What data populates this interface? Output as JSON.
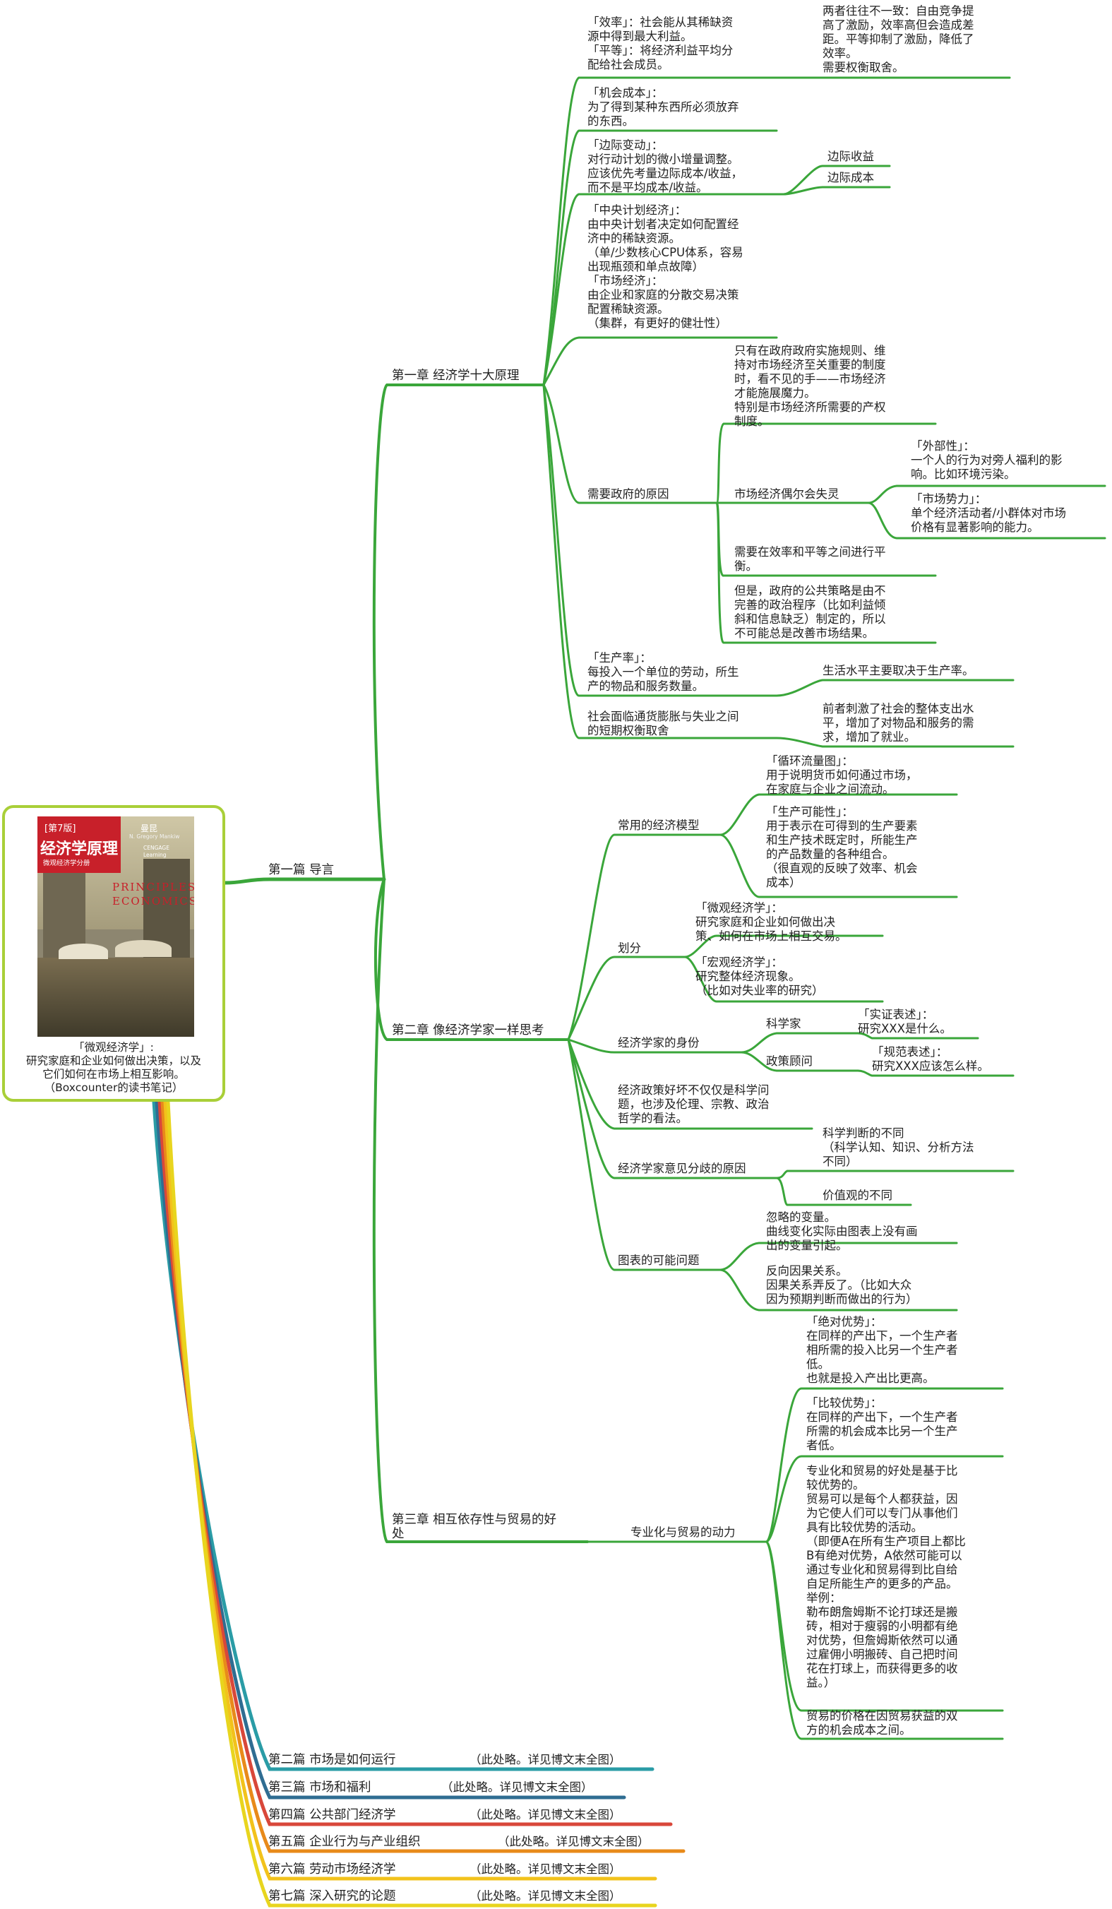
{
  "root": {
    "cover": {
      "edition": "[第7版]",
      "title": "经济学原理",
      "subtitle": "微观经济学分册",
      "author_cn": "曼昆",
      "author_en": "N. Gregory Mankiw",
      "publisher": "CENGAGE\nLearning",
      "title_en": "PRINCIPLES OF\nECONOMICS"
    },
    "caption": "「微观经济学」:\n研究家庭和企业如何做出决策，以及\n它们如何在市场上相互影响。\n（Boxcounter的读书笔记）"
  },
  "colors": {
    "branch_green": "#3aa63a",
    "root_border": "#a9cf38",
    "part2": "#2a9ca6",
    "part3": "#2f6d92",
    "part4": "#d9473a",
    "part5": "#e88a1a",
    "part6": "#f2c21b",
    "part7": "#e8d51e"
  },
  "nodes": {
    "part1": "第一篇 导言",
    "ch1": "第一章 经济学十大原理",
    "ch1_efficiency": "「效率」：社会能从其稀缺资\n源中得到最大利益。\n「平等」：将经济利益平均分\n配给社会成员。",
    "ch1_efficiency_note": "两者往往不一致：自由竞争提\n高了激励，效率高但会造成差\n距。平等抑制了激励，降低了\n效率。\n需要权衡取舍。",
    "ch1_opportunity": "「机会成本」：\n为了得到某种东西所必须放弃\n的东西。",
    "ch1_marginal": "「边际变动」：\n对行动计划的微小增量调整。\n应该优先考量边际成本/收益，\n而不是平均成本/收益。",
    "ch1_marginal_revenue": "边际收益",
    "ch1_marginal_cost": "边际成本",
    "ch1_economies": "「中央计划经济」：\n由中央计划者决定如何配置经\n济中的稀缺资源。\n（单/少数核心CPU体系，容易\n出现瓶颈和单点故障）\n「市场经济」：\n由企业和家庭的分散交易决策\n配置稀缺资源。\n（集群，有更好的健壮性）",
    "ch1_gov": "需要政府的原因",
    "ch1_gov_rules": "只有在政府政府实施规则、维\n持对市场经济至关重要的制度\n时，看不见的手——市场经济\n才能施展魔力。\n特别是市场经济所需要的产权\n制度。",
    "ch1_market_failure": "市场经济偶尔会失灵",
    "ch1_externality": "「外部性」：\n一个人的行为对旁人福利的影\n响。比如环境污染。",
    "ch1_market_power": "「市场势力」：\n单个经济活动者/小群体对市场\n价格有显著影响的能力。",
    "ch1_balance": "需要在效率和平等之间进行平\n衡。",
    "ch1_public_policy": "但是，政府的公共策略是由不\n完善的政治程序（比如利益倾\n斜和信息缺乏）制定的，所以\n不可能总是改善市场结果。",
    "ch1_productivity": "「生产率」：\n每投入一个单位的劳动，所生\n产的物品和服务数量。",
    "ch1_living_standard": "生活水平主要取决于生产率。",
    "ch1_tradeoff": "社会面临通货膨胀与失业之间\n的短期权衡取舍",
    "ch1_tradeoff_note": "前者刺激了社会的整体支出水\n平，增加了对物品和服务的需\n求，增加了就业。",
    "ch2": "第二章 像经济学家一样思考",
    "ch2_models": "常用的经济模型",
    "ch2_circular": "「循环流量图」：\n用于说明货币如何通过市场，\n在家庭与企业之间流动。",
    "ch2_ppf": "「生产可能性」：\n用于表示在可得到的生产要素\n和生产技术既定时，所能生产\n的产品数量的各种组合。\n（很直观的反映了效率、机会\n成本）",
    "ch2_division": "划分",
    "ch2_micro": "「微观经济学」：\n研究家庭和企业如何做出决\n策、如何在市场上相互交易。",
    "ch2_macro": "「宏观经济学」：\n研究整体经济现象。\n（比如对失业率的研究）",
    "ch2_identity": "经济学家的身份",
    "ch2_scientist": "科学家",
    "ch2_positive": "「实证表述」：\n研究XXX是什么。",
    "ch2_advisor": "政策顾问",
    "ch2_normative": "「规范表述」：\n研究XXX应该怎么样。",
    "ch2_policy": "经济政策好坏不仅仅是科学问\n题，也涉及伦理、宗教、政治\n哲学的看法。",
    "ch2_disagree": "经济学家意见分歧的原因",
    "ch2_sci_judgement": "科学判断的不同\n（科学认知、知识、分析方法\n不同）",
    "ch2_values": "价值观的不同",
    "ch2_graphs": "图表的可能问题",
    "ch2_omitted": "忽略的变量。\n曲线变化实际由图表上没有画\n出的变量引起。",
    "ch2_reverse": "反向因果关系。\n因果关系弄反了。（比如大众\n因为预期判断而做出的行为）",
    "ch3": "第三章 相互依存性与贸易的好\n处",
    "ch3_specialization": "专业化与贸易的动力",
    "ch3_absolute": "「绝对优势」：\n在同样的产出下，一个生产者\n相所需的投入比另一个生产者\n低。\n也就是投入产出比更高。",
    "ch3_comparative": "「比较优势」：\n在同样的产出下，一个生产者\n所需的机会成本比另一个生产\n者低。",
    "ch3_benefits": "专业化和贸易的好处是基于比\n较优势的。\n贸易可以是每个人都获益，因\n为它使人们可以专门从事他们\n具有比较优势的活动。\n（即便A在所有生产项目上都比\nB有绝对优势，A依然可能可以\n通过专业化和贸易得到比自给\n自足所能生产的更多的产品。\n举例：\n勒布朗詹姆斯不论打球还是搬\n砖，相对于瘦弱的小明都有绝\n对优势，但詹姆斯依然可以通\n过雇佣小明搬砖、自己把时间\n花在打球上，而获得更多的收\n益。）",
    "ch3_price": "贸易的价格在因贸易获益的双\n方的机会成本之间。",
    "part2": "第二篇 市场是如何运行",
    "part3": "第三篇 市场和福利",
    "part4": "第四篇 公共部门经济学",
    "part5": "第五篇 企业行为与产业组织",
    "part6": "第六篇 劳动市场经济学",
    "part7": "第七篇 深入研究的论题",
    "omitted_note": "（此处略。详见博文末全图）"
  }
}
